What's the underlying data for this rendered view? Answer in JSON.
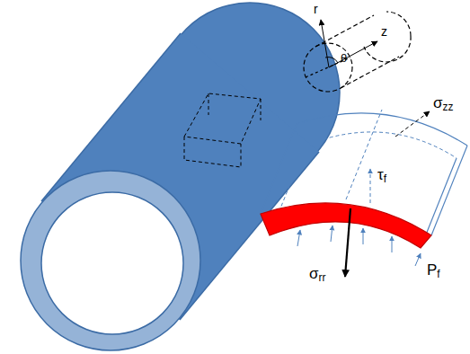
{
  "diagram": {
    "labels": [
      "r",
      "z",
      "θ",
      "σzz",
      "τf",
      "σrr",
      "Pf"
    ]
  }
}
